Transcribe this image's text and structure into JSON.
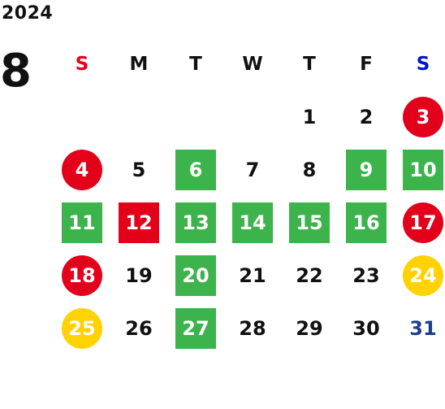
{
  "year": "2024",
  "month": "8",
  "weekdays": [
    "S",
    "M",
    "T",
    "W",
    "T",
    "F",
    "S"
  ],
  "colors": {
    "sunday_header": "#e6001e",
    "saturday_header": "#0015c9",
    "green": "#3cb34b",
    "red": "#e2001a",
    "yellow": "#ffd200",
    "blue_text": "#1c3f8c"
  },
  "weeks": [
    [
      {
        "label": "",
        "style": "plain"
      },
      {
        "label": "",
        "style": "plain"
      },
      {
        "label": "",
        "style": "plain"
      },
      {
        "label": "",
        "style": "plain"
      },
      {
        "label": "1",
        "style": "plain"
      },
      {
        "label": "2",
        "style": "plain"
      },
      {
        "label": "3",
        "style": "red-circle"
      }
    ],
    [
      {
        "label": "4",
        "style": "red-circle"
      },
      {
        "label": "5",
        "style": "plain"
      },
      {
        "label": "6",
        "style": "green"
      },
      {
        "label": "7",
        "style": "plain"
      },
      {
        "label": "8",
        "style": "plain"
      },
      {
        "label": "9",
        "style": "green"
      },
      {
        "label": "10",
        "style": "green"
      }
    ],
    [
      {
        "label": "11",
        "style": "green"
      },
      {
        "label": "12",
        "style": "red-square"
      },
      {
        "label": "13",
        "style": "green"
      },
      {
        "label": "14",
        "style": "green"
      },
      {
        "label": "15",
        "style": "green"
      },
      {
        "label": "16",
        "style": "green"
      },
      {
        "label": "17",
        "style": "red-circle"
      }
    ],
    [
      {
        "label": "18",
        "style": "red-circle"
      },
      {
        "label": "19",
        "style": "plain"
      },
      {
        "label": "20",
        "style": "green"
      },
      {
        "label": "21",
        "style": "plain"
      },
      {
        "label": "22",
        "style": "plain"
      },
      {
        "label": "23",
        "style": "plain"
      },
      {
        "label": "24",
        "style": "yellow-circle"
      }
    ],
    [
      {
        "label": "25",
        "style": "yellow-circle"
      },
      {
        "label": "26",
        "style": "plain"
      },
      {
        "label": "27",
        "style": "green"
      },
      {
        "label": "28",
        "style": "plain"
      },
      {
        "label": "29",
        "style": "plain"
      },
      {
        "label": "30",
        "style": "plain"
      },
      {
        "label": "31",
        "style": "blue-text"
      }
    ]
  ]
}
